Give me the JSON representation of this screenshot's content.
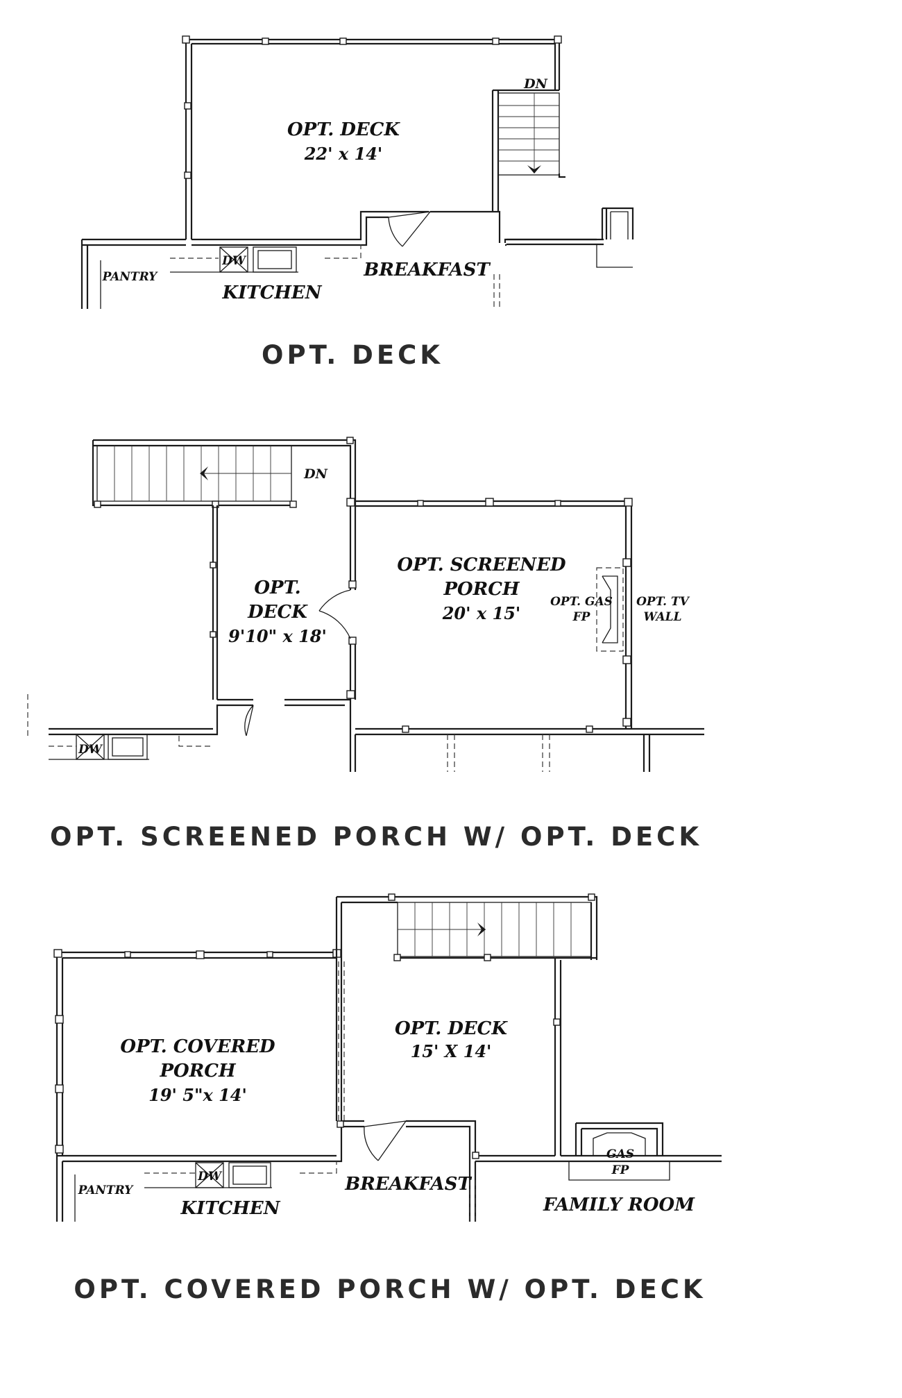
{
  "plan_deck": {
    "deck_label": "OPT. DECK",
    "deck_size": "22' x 14'",
    "stair_label": "DN",
    "pantry": "PANTRY",
    "dw": "DW",
    "kitchen": "KITCHEN",
    "breakfast": "BREAKFAST",
    "caption": "OPT. DECK"
  },
  "plan_screened": {
    "stair_label": "DN",
    "deck_line1": "OPT.",
    "deck_line2": "DECK",
    "deck_size": "9'10\" x 18'",
    "porch_line1": "OPT. SCREENED",
    "porch_line2": "PORCH",
    "porch_size": "20' x 15'",
    "gas_line1": "OPT. GAS",
    "gas_line2": "FP",
    "tv_line1": "OPT. TV",
    "tv_line2": "WALL",
    "dw": "DW",
    "caption": "OPT. SCREENED PORCH W/ OPT. DECK"
  },
  "plan_covered": {
    "porch_line1": "OPT. COVERED",
    "porch_line2": "PORCH",
    "porch_size": "19' 5\"x 14'",
    "deck_label": "OPT. DECK",
    "deck_size": "15' X 14'",
    "gas_line1": "GAS",
    "gas_line2": "FP",
    "pantry": "PANTRY",
    "dw": "DW",
    "kitchen": "KITCHEN",
    "breakfast": "BREAKFAST",
    "family": "FAMILY ROOM",
    "caption": "OPT. COVERED PORCH W/ OPT. DECK"
  }
}
